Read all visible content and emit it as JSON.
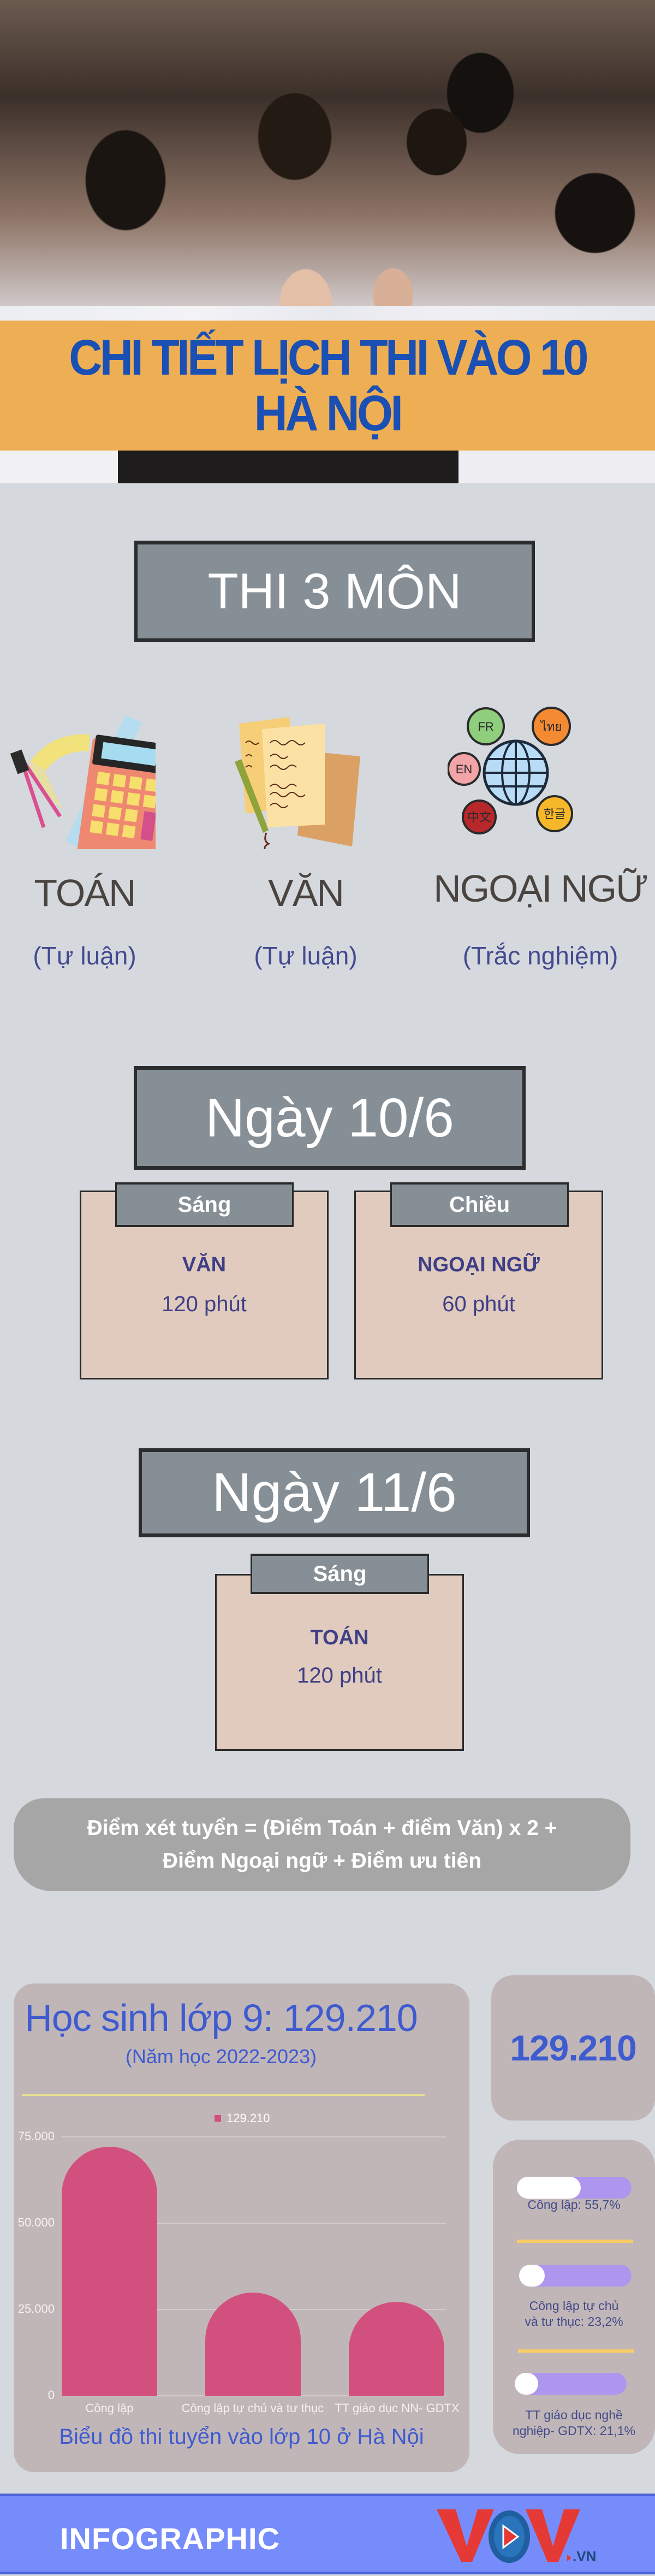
{
  "hero": {
    "photo_alt": "students-photo",
    "title_line1": "CHI TIẾT LỊCH THI VÀO 10",
    "title_line2": "HÀ NỘI"
  },
  "subjects_section": {
    "title": "THI 3 MÔN",
    "subjects": [
      {
        "name": "TOÁN",
        "type": "(Tự luận)",
        "icon": "math-tools-icon"
      },
      {
        "name": "VĂN",
        "type": "(Tự luận)",
        "icon": "papers-pen-icon"
      },
      {
        "name": "NGOẠI NGỮ",
        "type": "(Trắc nghiệm)",
        "icon": "languages-globe-icon",
        "bubbles": [
          "FR",
          "ไทย",
          "EN",
          "中文",
          "한글"
        ]
      }
    ]
  },
  "day1": {
    "title": "Ngày 10/6",
    "sessions": [
      {
        "period": "Sáng",
        "subject": "VĂN",
        "duration": "120 phút"
      },
      {
        "period": "Chiều",
        "subject": "NGOẠI NGỮ",
        "duration": "60 phút"
      }
    ]
  },
  "day2": {
    "title": "Ngày 11/6",
    "sessions": [
      {
        "period": "Sáng",
        "subject": "TOÁN",
        "duration": "120 phút"
      }
    ]
  },
  "formula": {
    "line1": "Điểm xét tuyển = (Điểm Toán + điểm Văn) x 2 +",
    "line2": "Điểm Ngoại ngữ + Điểm ưu tiên"
  },
  "stats": {
    "chart_title": "Học sinh lớp 9: 129.210",
    "chart_subtitle": "(Năm học 2022-2023)",
    "chart_caption": "Biểu đồ thi tuyển vào lớp 10 ở Hà Nội",
    "total": "129.210",
    "progress": [
      {
        "label": "Công lập: 55,7%",
        "percent": 55.7
      },
      {
        "label": "Công lập tự chủ và tư thục:  23,2%",
        "line1": "Công lập tự chủ",
        "line2": "và tư thục:  23,2%",
        "percent": 23.2
      },
      {
        "label": "TT giáo dục nghề nghiệp- GDTX:  21,1%",
        "line1": "TT giáo dục nghề",
        "line2": "nghiệp- GDTX:  21,1%",
        "percent": 21.1
      }
    ]
  },
  "chart_data": {
    "type": "bar",
    "title": "Học sinh lớp 9: 129.210",
    "subtitle": "(Năm học 2022-2023)",
    "caption": "Biểu đồ thi tuyển vào lớp 10 ở Hà Nội",
    "categories": [
      "Công lập",
      "Công lập tự chủ và tư thục",
      "TT giáo dục NN- GDTX"
    ],
    "series": [
      {
        "name": "129.210",
        "values": [
          72000,
          30000,
          27300
        ],
        "color": "#d2507e"
      }
    ],
    "yticks": [
      "0",
      "25.000",
      "50.000",
      "75.000"
    ],
    "ylim": [
      0,
      75000
    ],
    "grid": true,
    "legend_position": "top",
    "xlabel": "",
    "ylabel": ""
  },
  "footer": {
    "label": "INFOGRAPHIC",
    "logo_text": "VOV",
    "logo_suffix": ".VN"
  },
  "colors": {
    "background": "#d5d8dd",
    "banner": "#eeaf54",
    "title_blue": "#1a4fb4",
    "box_gray": "#868f95",
    "card_beige": "#e0cbbe",
    "accent_blue": "#3f5bd0",
    "bar_pink": "#d2507e",
    "progress_purple": "#ae96ee",
    "divider_yellow": "#f7cc67",
    "footer_blue": "#778cfb",
    "logo_red": "#e53935"
  }
}
